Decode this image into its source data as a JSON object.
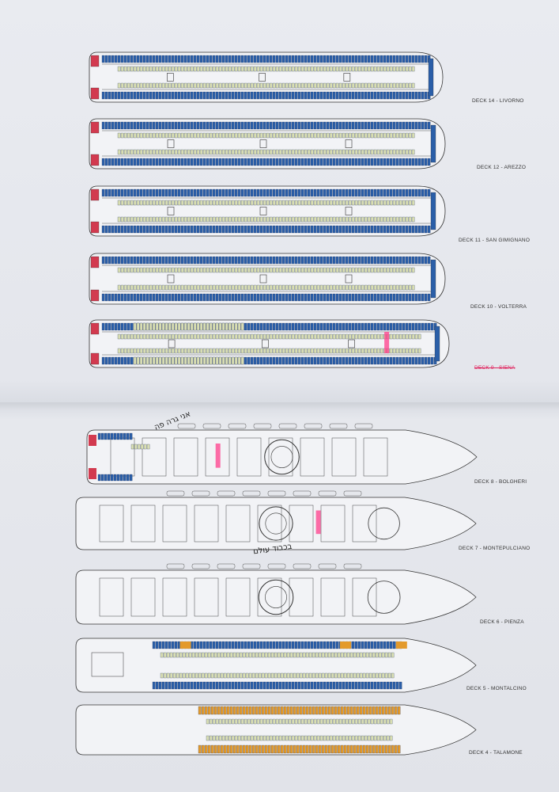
{
  "decks": [
    {
      "id": "d14",
      "label": "DECK 14 - LIVORNO",
      "style": "cabin",
      "bow": "round",
      "hilite": "none"
    },
    {
      "id": "d12",
      "label": "DECK 12 - AREZZO",
      "style": "cabin",
      "bow": "round",
      "hilite": "none"
    },
    {
      "id": "d11",
      "label": "DECK 11 - SAN GIMIGNANO",
      "style": "cabin",
      "bow": "round",
      "hilite": "none"
    },
    {
      "id": "d10",
      "label": "DECK 10 - VOLTERRA",
      "style": "cabin",
      "bow": "round",
      "hilite": "none"
    },
    {
      "id": "d9",
      "label": "DECK 9 - SIENA",
      "style": "cabin-mixed",
      "bow": "round",
      "hilite": "pink"
    },
    {
      "id": "d8",
      "label": "DECK 8 - BOLGHERI",
      "style": "public-aft-cabins",
      "bow": "pointed",
      "hilite": "pink"
    },
    {
      "id": "d7",
      "label": "DECK 7 - MONTEPULCIANO",
      "style": "public",
      "bow": "pointed",
      "hilite": "pink"
    },
    {
      "id": "d6",
      "label": "DECK 6 - PIENZA",
      "style": "public",
      "bow": "pointed",
      "hilite": "none"
    },
    {
      "id": "d5",
      "label": "DECK 5 - MONTALCINO",
      "style": "cabin-lower",
      "bow": "pointed",
      "hilite": "none"
    },
    {
      "id": "d4",
      "label": "DECK 4 - TALAMONE",
      "style": "cabin-orange",
      "bow": "pointed",
      "hilite": "none"
    }
  ],
  "annotations": {
    "deck8_handwriting": "אני גרה פה",
    "deck7_handwriting": "בכבוד עולם"
  },
  "colors": {
    "outside_cabin": "#2b5fa8",
    "inside_cabin": "#d9deb3",
    "suite_red": "#d23a4f",
    "orange_cabin": "#e39a2c",
    "highlighter": "#ff3d8b",
    "outline": "#333333"
  }
}
